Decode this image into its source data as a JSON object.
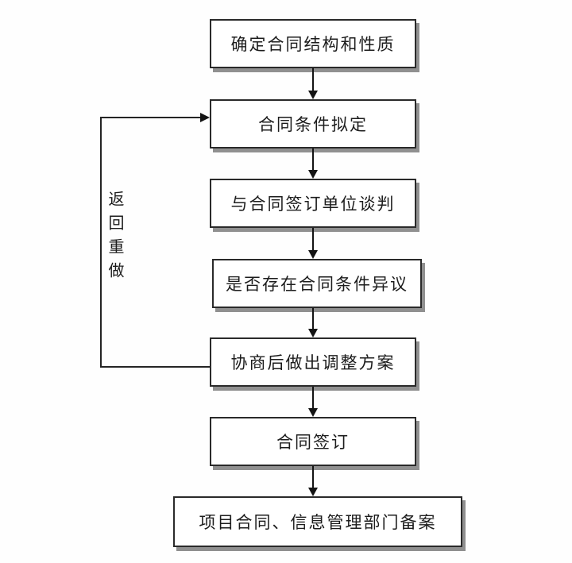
{
  "diagram": {
    "type": "flowchart",
    "boxes": [
      {
        "id": "step-1",
        "label": "确定合同结构和性质"
      },
      {
        "id": "step-2",
        "label": "合同条件拟定"
      },
      {
        "id": "step-3",
        "label": "与合同签订单位谈判"
      },
      {
        "id": "step-4",
        "label": "是否存在合同条件异议"
      },
      {
        "id": "step-5",
        "label": "协商后做出调整方案"
      },
      {
        "id": "step-6",
        "label": "合同签订"
      },
      {
        "id": "step-7",
        "label": "项目合同、信息管理部门备案"
      }
    ],
    "connections": [
      {
        "from": "step-1",
        "to": "step-2"
      },
      {
        "from": "step-2",
        "to": "step-3"
      },
      {
        "from": "step-3",
        "to": "step-4"
      },
      {
        "from": "step-4",
        "to": "step-5"
      },
      {
        "from": "step-5",
        "to": "step-6"
      },
      {
        "from": "step-6",
        "to": "step-7"
      },
      {
        "from": "step-5",
        "to": "step-2",
        "label": "返回重做",
        "route": "left-loop"
      }
    ],
    "feedback_label": "返回重做",
    "colors": {
      "box_border": "#2a2a2a",
      "box_shadow": "#909090",
      "arrow": "#141414",
      "text": "#1c1c1c",
      "background": "#fefefe"
    }
  }
}
